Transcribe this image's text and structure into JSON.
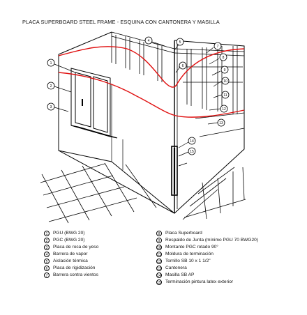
{
  "title": "PLACA SUPERBOARD STEEL FRAME - ESQUINA CON CANTONERA Y MASILLA",
  "callouts": [
    "1",
    "2",
    "3",
    "4",
    "5",
    "6",
    "7",
    "8",
    "9",
    "10",
    "11",
    "12",
    "13",
    "14",
    "15"
  ],
  "legend_left": [
    {
      "num": "1",
      "text": "PGU (BWG 20)"
    },
    {
      "num": "2",
      "text": "PGC (BWG 20)"
    },
    {
      "num": "3",
      "text": "Placa de roca de yeso"
    },
    {
      "num": "4",
      "text": "Barrera de vapor"
    },
    {
      "num": "5",
      "text": "Aislación térmica"
    },
    {
      "num": "6",
      "text": "Placa de rigidización"
    },
    {
      "num": "7",
      "text": "Barrera contra vientos"
    }
  ],
  "legend_right": [
    {
      "num": "8",
      "text": "Placa Superboard"
    },
    {
      "num": "9",
      "text": "Respaldo de Junta (mínimo PGU 70 BWG20)"
    },
    {
      "num": "10",
      "text": "Montante PGC rotado 90°"
    },
    {
      "num": "11",
      "text": "Moldura de terminación"
    },
    {
      "num": "12",
      "text": "Tornillo SB 10 x 1 1/2\""
    },
    {
      "num": "13",
      "text": "Cantonera"
    },
    {
      "num": "14",
      "text": "Masilla SB AP"
    },
    {
      "num": "15",
      "text": "Terminación pintura latex exterior"
    }
  ],
  "colors": {
    "section_cut": "#e01010",
    "lines": "#000000"
  }
}
